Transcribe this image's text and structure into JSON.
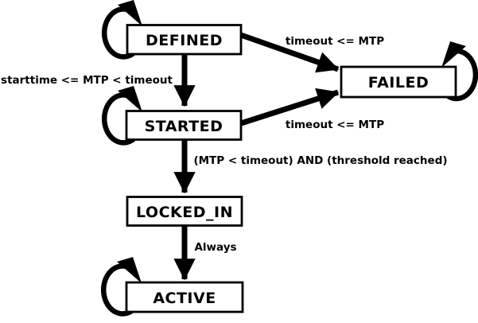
{
  "diagram": {
    "type": "state-machine",
    "colors": {
      "ink": "#000000",
      "background": "#ffffff"
    },
    "states": {
      "defined": {
        "label": "DEFINED"
      },
      "started": {
        "label": "STARTED"
      },
      "failed": {
        "label": "FAILED"
      },
      "locked_in": {
        "label": "LOCKED_IN"
      },
      "active": {
        "label": "ACTIVE"
      }
    },
    "transitions": [
      {
        "from": "defined",
        "to": "started",
        "label": "starttime <= MTP < timeout"
      },
      {
        "from": "defined",
        "to": "failed",
        "label": "timeout <= MTP"
      },
      {
        "from": "started",
        "to": "failed",
        "label": "timeout <= MTP"
      },
      {
        "from": "started",
        "to": "locked_in",
        "label": "(MTP < timeout) AND (threshold reached)"
      },
      {
        "from": "locked_in",
        "to": "active",
        "label": "Always"
      },
      {
        "from": "defined",
        "to": "defined",
        "label": ""
      },
      {
        "from": "started",
        "to": "started",
        "label": ""
      },
      {
        "from": "failed",
        "to": "failed",
        "label": ""
      },
      {
        "from": "active",
        "to": "active",
        "label": ""
      }
    ]
  }
}
